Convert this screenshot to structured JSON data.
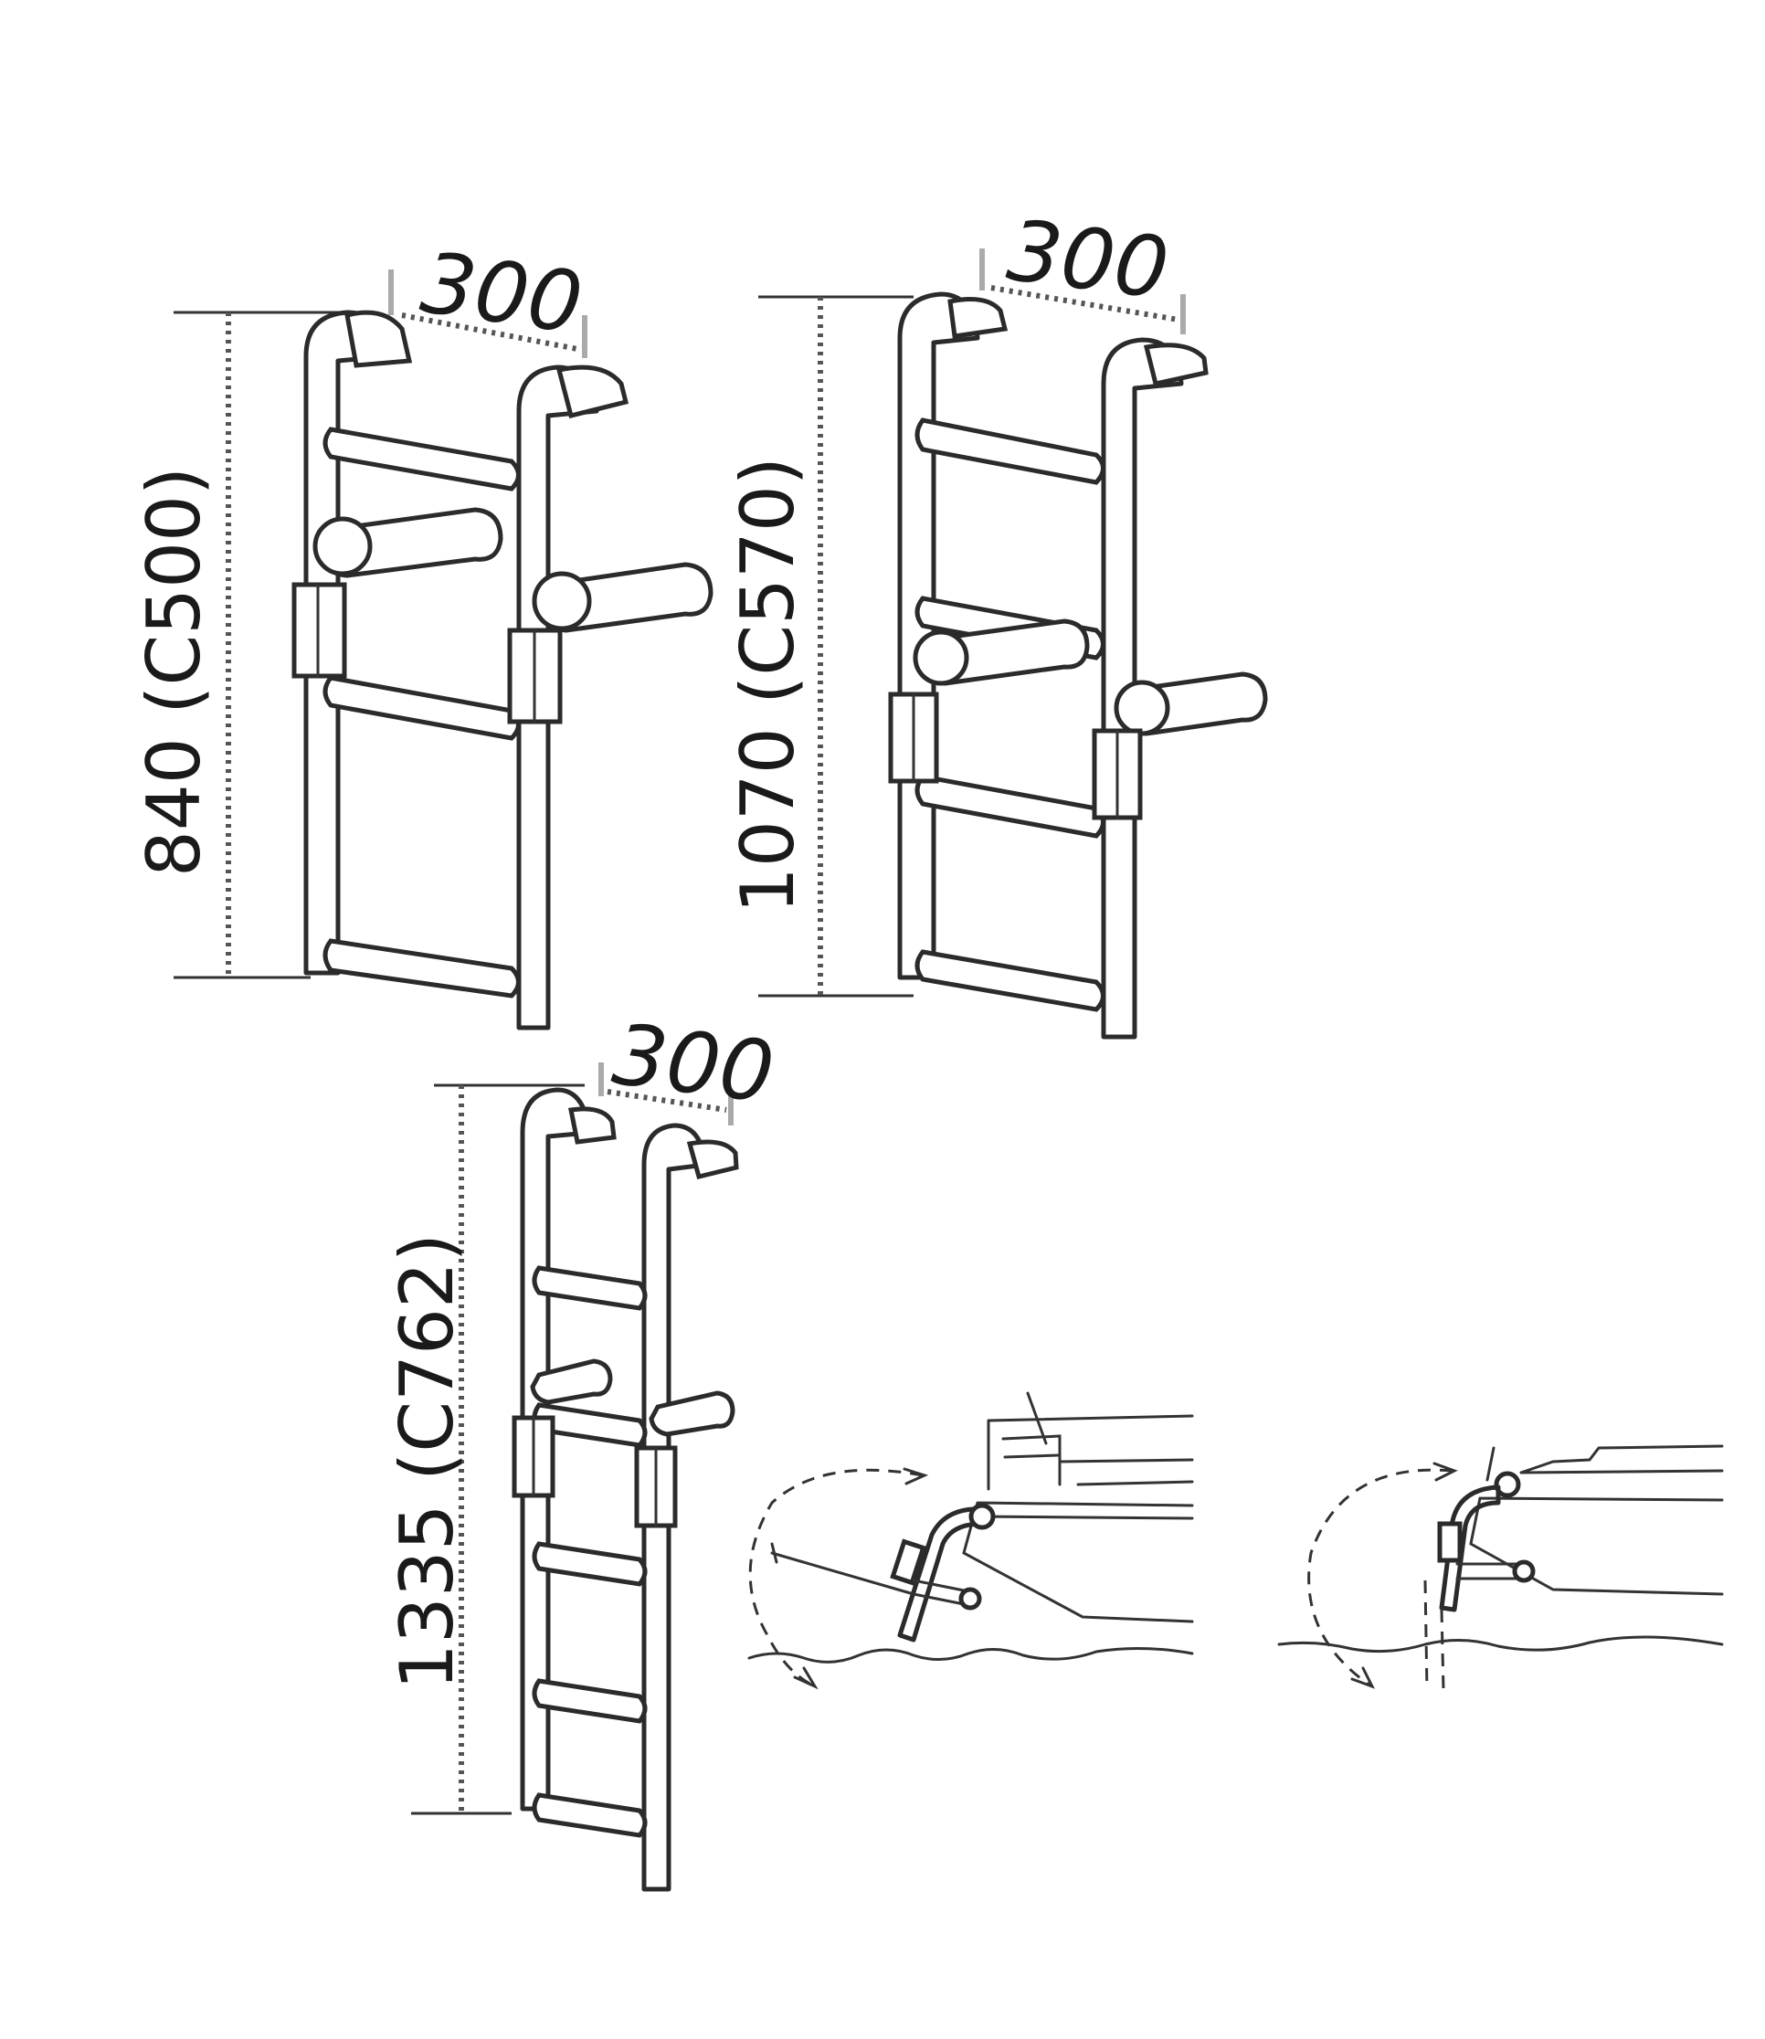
{
  "ladders": [
    {
      "id": "c500",
      "width_label": "300",
      "height_label": "840 (C500)"
    },
    {
      "id": "c570",
      "width_label": "300",
      "height_label": "1070 (C570)"
    },
    {
      "id": "c762",
      "width_label": "300",
      "height_label": "1335 (C762)"
    }
  ],
  "usage_views": [
    "folded-out",
    "folded-up"
  ],
  "colors": {
    "line": "#2b2b2b",
    "dimension": "#555555",
    "background": "#ffffff"
  }
}
